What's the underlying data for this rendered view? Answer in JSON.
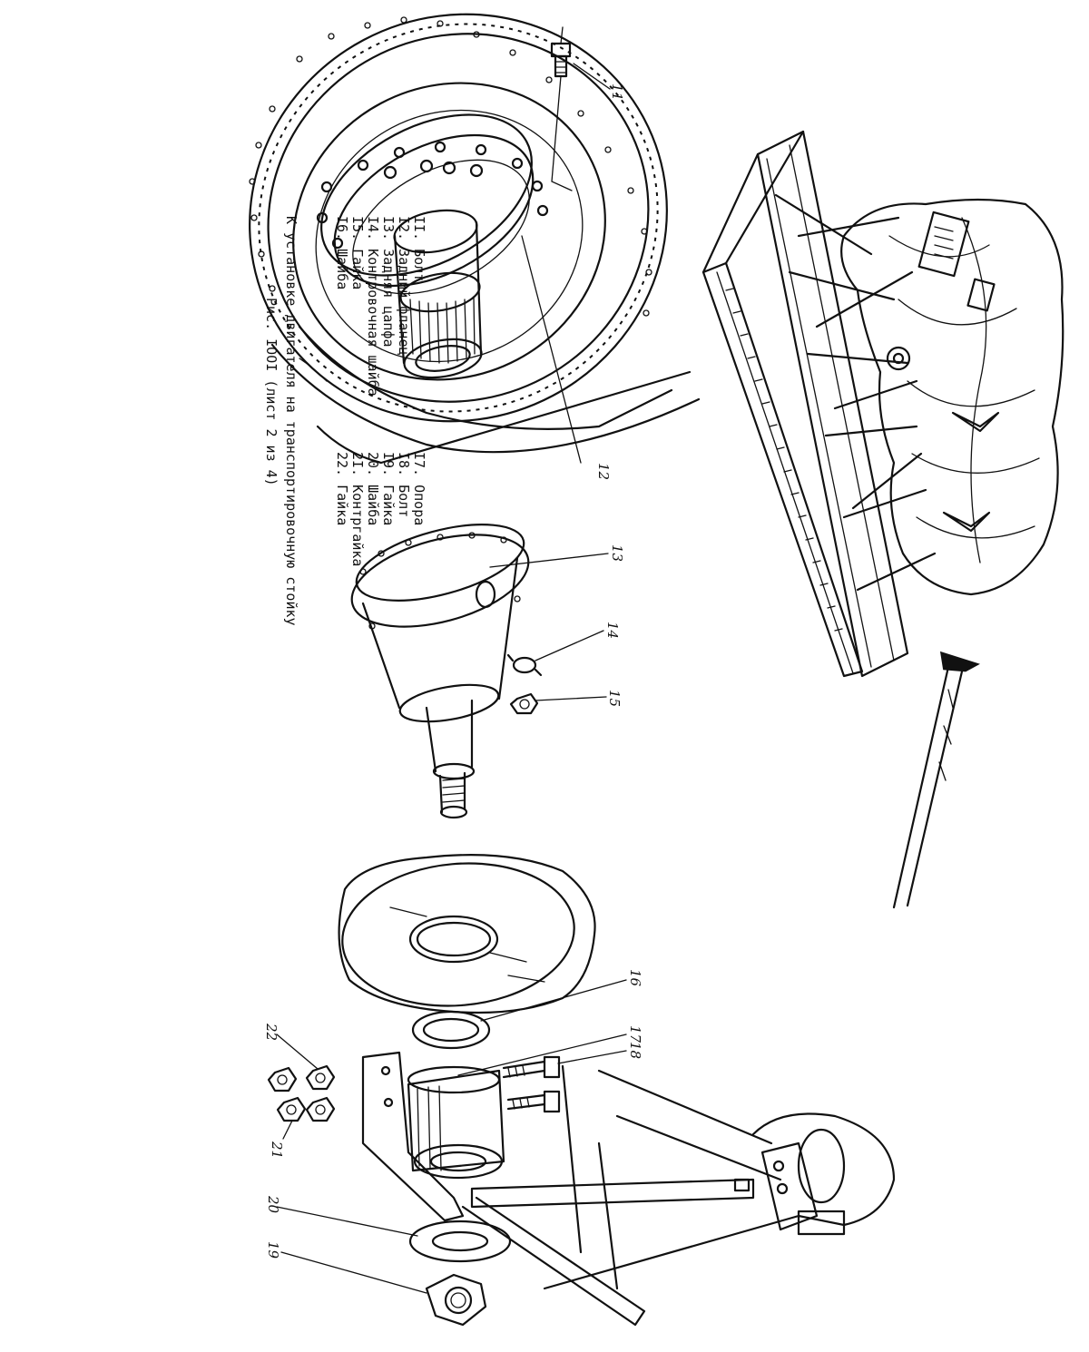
{
  "legend": {
    "left_items": [
      "II. Болт",
      "I2. Задний фланец",
      "I3. Задняя цапфа",
      "I4. Контровочная шайба",
      "I5. Гайка",
      "I6. Шайба"
    ],
    "right_items": [
      "I7. Опора",
      "I8. Болт",
      "I9. Гайка",
      "20. Шайба",
      "2I. Контргайка",
      "22. Гайка"
    ]
  },
  "caption": {
    "line1": "К установке двигателя на транспортировочную стойку",
    "line2": "Рис. IOOI (лист 2 из 4)"
  },
  "callouts": {
    "c11": "11",
    "c12": "12",
    "c13": "13",
    "c14": "14",
    "c15": "15",
    "c16": "16",
    "c17": "17",
    "c18": "18",
    "c19": "19",
    "c20": "20",
    "c21": "21",
    "c22": "22"
  }
}
